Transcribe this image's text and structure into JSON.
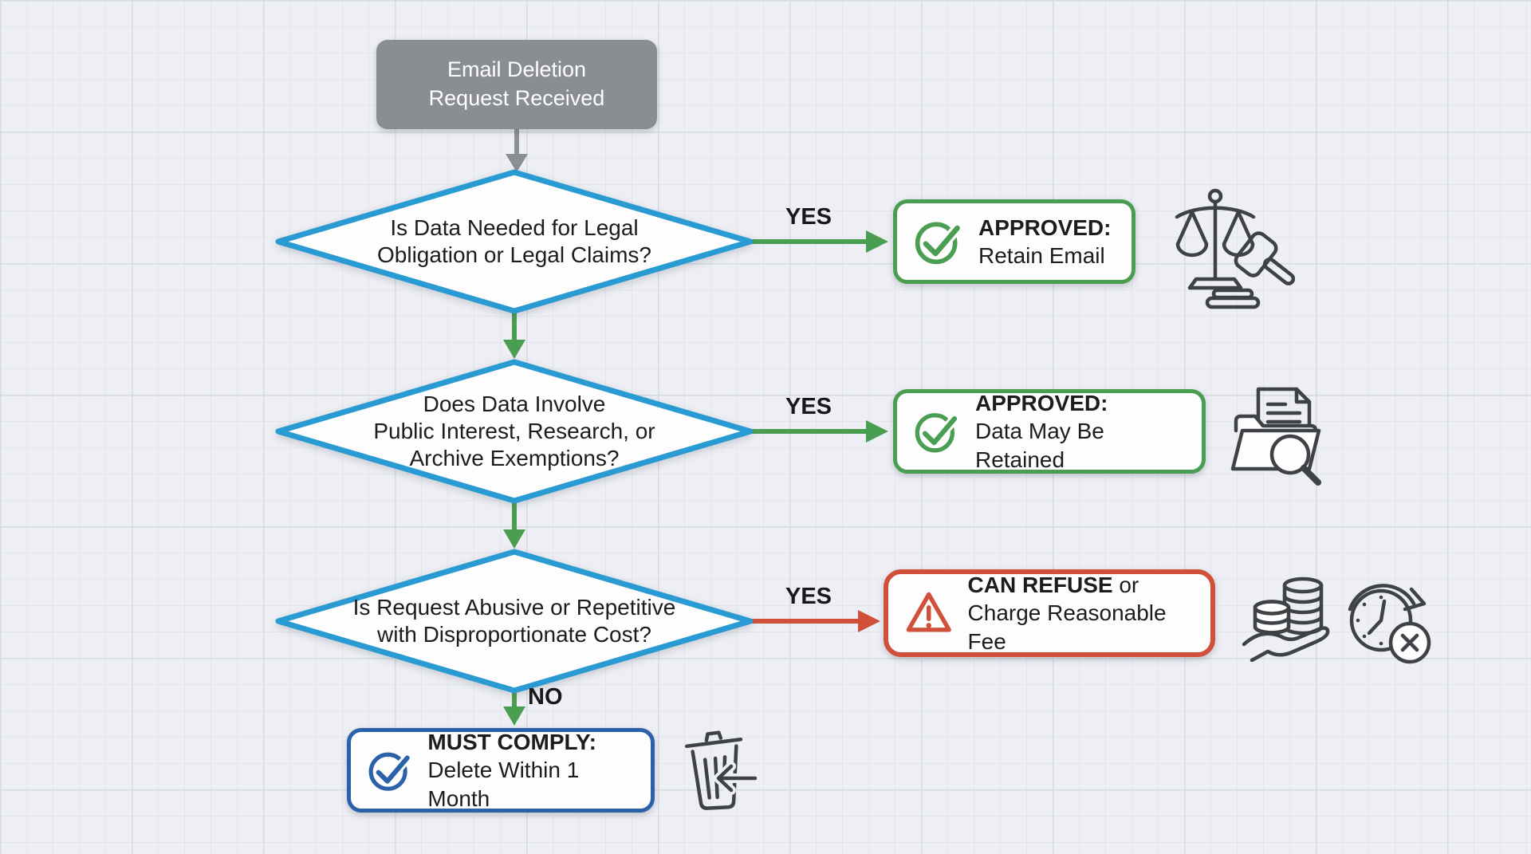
{
  "background": {
    "color": "#edeff4",
    "grid_color": "#d6dae3"
  },
  "palette": {
    "decision_blue": "#2a9ad2",
    "approve_green": "#4a9e51",
    "refuse_red": "#d0503a",
    "comply_blue": "#2a61a8",
    "start_gray": "#8a8d91",
    "icon_gray": "#3e4145",
    "text_dark": "#1c1c1e"
  },
  "start": {
    "lines": [
      "Email Deletion",
      "Request Received"
    ]
  },
  "decisions": [
    {
      "lines": [
        "Is Data Needed for Legal",
        "Obligation or Legal Claims?"
      ],
      "yes_label": "YES"
    },
    {
      "lines": [
        "Does Data Involve",
        "Public Interest, Research, or",
        "Archive Exemptions?"
      ],
      "yes_label": "YES"
    },
    {
      "lines": [
        "Is Request Abusive or Repetitive",
        "with Disproportionate Cost?"
      ],
      "yes_label": "YES",
      "no_label": "NO"
    }
  ],
  "outcomes": {
    "retain_email": {
      "title": "APPROVED:",
      "subtitle": "Retain Email"
    },
    "retain_data": {
      "title": "APPROVED:",
      "subtitle": "Data May Be Retained"
    },
    "refuse": {
      "title": "CAN REFUSE",
      "title_suffix": " or",
      "subtitle": "Charge Reasonable Fee"
    },
    "comply": {
      "title": "MUST COMPLY:",
      "subtitle": "Delete Within 1 Month"
    }
  },
  "icons": {
    "approved_check": "check-circle-icon",
    "refuse_warning": "warning-triangle-icon",
    "comply_check": "check-circle-icon",
    "legal": "scales-gavel-icon",
    "archive": "folder-search-icon",
    "fee": "coins-hand-icon",
    "time_limit": "clock-cancel-icon",
    "delete": "trash-arrow-icon"
  }
}
